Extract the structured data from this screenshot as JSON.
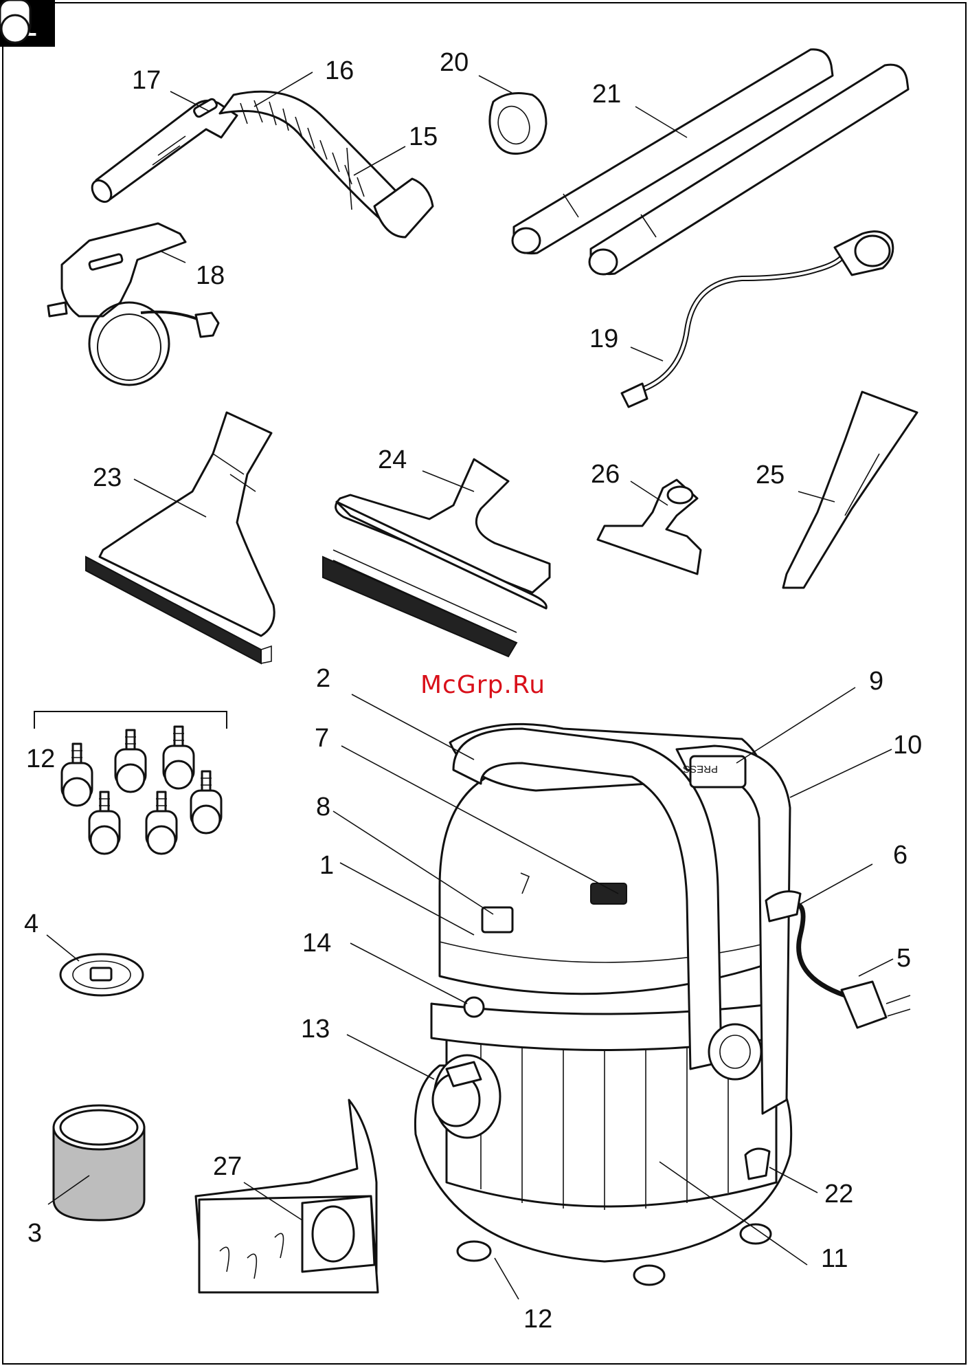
{
  "figure_number": "1",
  "watermark": "McGrp.Ru",
  "press_text": "PRESS",
  "labels": {
    "l1": "1",
    "l2": "2",
    "l3": "3",
    "l4": "4",
    "l5": "5",
    "l6": "6",
    "l7": "7",
    "l8": "8",
    "l9": "9",
    "l10": "10",
    "l11": "11",
    "l12a": "12",
    "l12b": "12",
    "l13": "13",
    "l14": "14",
    "l15": "15",
    "l16": "16",
    "l17": "17",
    "l18": "18",
    "l19": "19",
    "l20": "20",
    "l21": "21",
    "l22": "22",
    "l23": "23",
    "l24": "24",
    "l25": "25",
    "l26": "26",
    "l27": "27"
  }
}
